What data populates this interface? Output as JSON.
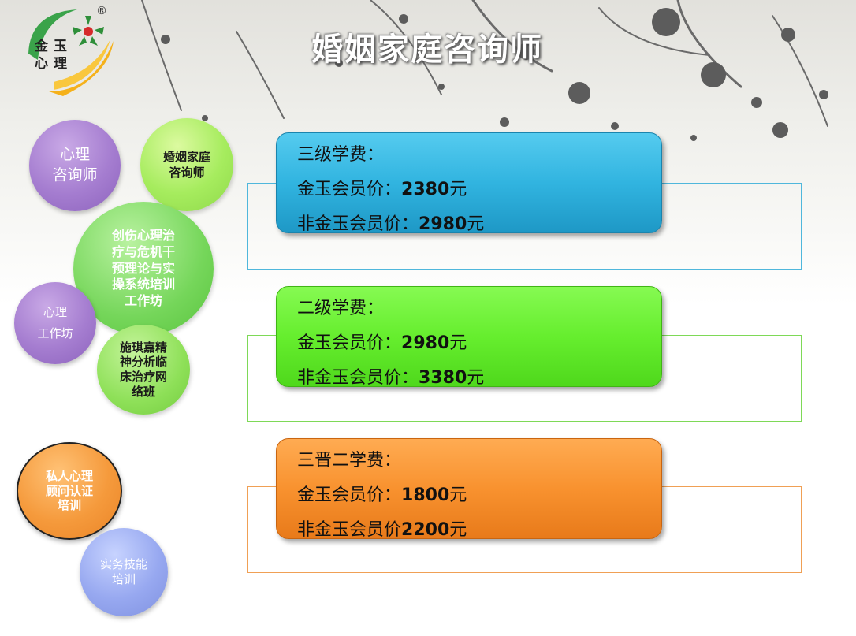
{
  "title": "婚姻家庭咨询师",
  "logo": {
    "chars": [
      "金",
      "玉",
      "心",
      "理"
    ],
    "registered": "®"
  },
  "bubbles": [
    {
      "id": "counselor",
      "label": "心理\n咨询师"
    },
    {
      "id": "marriage",
      "label": "婚姻家庭\n咨询师"
    },
    {
      "id": "trauma",
      "label": "创伤心理治\n疗与危机干\n预理论与实\n操系统培训\n工作坊"
    },
    {
      "id": "workshop",
      "label": "心理\n工作坊"
    },
    {
      "id": "schiff",
      "label": "施琪嘉精\n神分析临\n床治疗网\n络班"
    },
    {
      "id": "private",
      "label": "私人心理\n顾问认证\n培训"
    },
    {
      "id": "practical",
      "label": "实务技能\n培训"
    }
  ],
  "fees": [
    {
      "heading": "三级学费：",
      "member_label": "金玉会员价：",
      "member_price": "2380",
      "member_unit": "元",
      "nonmember_label": "非金玉会员价：",
      "nonmember_price": "2980",
      "nonmember_unit": "元"
    },
    {
      "heading": "二级学费：",
      "member_label": "金玉会员价：",
      "member_price": "2980",
      "member_unit": "元",
      "nonmember_label": "非金玉会员价：",
      "nonmember_price": "3380",
      "nonmember_unit": "元"
    },
    {
      "heading": "三晋二学费：",
      "member_label": "金玉会员价：",
      "member_price": "1800",
      "member_unit": "元",
      "nonmember_label": "非金玉会员价",
      "nonmember_price": "2200",
      "nonmember_unit": "元"
    }
  ],
  "colors": {
    "blue_panel": "#31b4e0",
    "green_panel": "#66ee2e",
    "orange_panel": "#f8922f",
    "blue_frame": "#4fb7dc",
    "green_frame": "#7ed957",
    "orange_frame": "#f0a055"
  }
}
